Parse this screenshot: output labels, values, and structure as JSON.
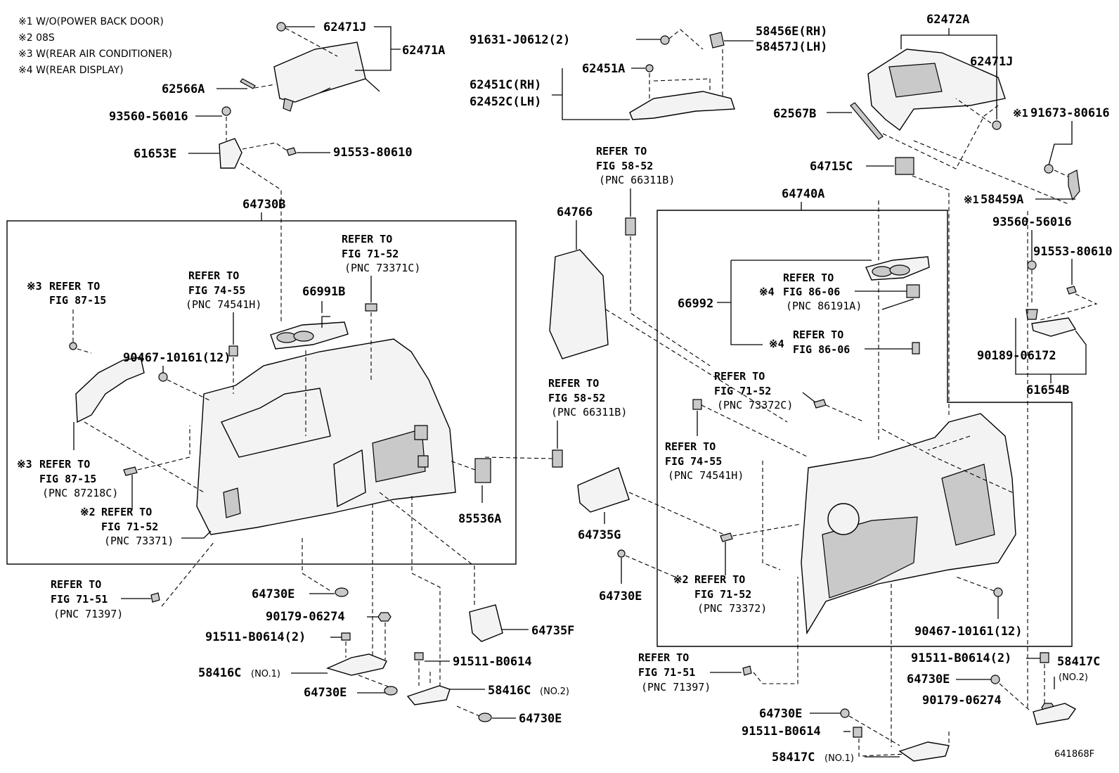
{
  "notes": [
    "※1 W/O(POWER BACK DOOR)",
    "※2 08S",
    "※3 W(REAR AIR CONDITIONER)",
    "※4 W(REAR DISPLAY)"
  ],
  "parts": {
    "p62471J_a": "62471J",
    "p62471A": "62471A",
    "p62566A": "62566A",
    "p93560_a": "93560-56016",
    "p61653E": "61653E",
    "p91553_a": "91553-80610",
    "p64730B": "64730B",
    "p66991B": "66991B",
    "p90467_a": "90467-10161(12)",
    "p85536A": "85536A",
    "p64730E_a": "64730E",
    "p90179_a": "90179-06274",
    "p91511_a": "91511-B0614(2)",
    "p58416C1": "58416C",
    "p58416C1_sub": "(NO.1)",
    "p64730E_b": "64730E",
    "p91511_b": "91511-B0614",
    "p58416C2": "58416C",
    "p58416C2_sub": "(NO.2)",
    "p64730E_c": "64730E",
    "p64735F": "64735F",
    "p91631": "91631-J0612(2)",
    "p58456E": "58456E(RH)",
    "p58457J": "58457J(LH)",
    "p62451A": "62451A",
    "p62451C": "62451C(RH)",
    "p62452C": "62452C(LH)",
    "p64766": "64766",
    "p64735G": "64735G",
    "p64730E_d": "64730E",
    "p62472A": "62472A",
    "p62471J_b": "62471J",
    "p62567B": "62567B",
    "p91673": "91673-80616",
    "p64715C": "64715C",
    "p64740A": "64740A",
    "p58459A": "58459A",
    "p93560_b": "93560-56016",
    "p91553_b": "91553-80610",
    "p66992": "66992",
    "p90189": "90189-06172",
    "p61654B": "61654B",
    "p90467_b": "90467-10161(12)",
    "p91511_c": "91511-B0614(2)",
    "p58417C2": "58417C",
    "p58417C2_sub": "(NO.2)",
    "p64730E_e": "64730E",
    "p90179_b": "90179-06274",
    "p64730E_f": "64730E",
    "p91511_d": "91511-B0614",
    "p58417C1": "58417C",
    "p58417C1_sub": "(NO.1)"
  },
  "marks": {
    "m1": "※1",
    "m1b": "※1",
    "m2": "※2",
    "m2b": "※2",
    "m3": "※3",
    "m3b": "※3",
    "m4": "※4",
    "m4b": "※4"
  },
  "refs": {
    "r1": {
      "a": "REFER TO",
      "b": "FIG 87-15",
      "c": ""
    },
    "r2": {
      "a": "REFER TO",
      "b": "FIG 74-55",
      "c": "(PNC 74541H)"
    },
    "r3": {
      "a": "REFER TO",
      "b": "FIG 71-52",
      "c": "(PNC 73371C)"
    },
    "r4": {
      "a": "REFER TO",
      "b": "FIG 87-15",
      "c": "(PNC 87218C)"
    },
    "r5": {
      "a": "REFER TO",
      "b": "FIG 71-52",
      "c": "(PNC 73371)"
    },
    "r6": {
      "a": "REFER TO",
      "b": "FIG 71-51",
      "c": "(PNC 71397)"
    },
    "r7": {
      "a": "REFER TO",
      "b": "FIG 58-52",
      "c": "(PNC 66311B)"
    },
    "r8": {
      "a": "REFER TO",
      "b": "FIG 58-52",
      "c": "(PNC 66311B)"
    },
    "r9": {
      "a": "REFER TO",
      "b": "FIG 86-06",
      "c": "(PNC 86191A)"
    },
    "r10": {
      "a": "REFER TO",
      "b": "FIG 86-06",
      "c": ""
    },
    "r11": {
      "a": "REFER TO",
      "b": "FIG 71-52",
      "c": "(PNC 73372C)"
    },
    "r12": {
      "a": "REFER TO",
      "b": "FIG 74-55",
      "c": "(PNC 74541H)"
    },
    "r13": {
      "a": "REFER TO",
      "b": "FIG 71-52",
      "c": "(PNC 73372)"
    },
    "r14": {
      "a": "REFER TO",
      "b": "FIG 71-51",
      "c": "(PNC 71397)"
    }
  },
  "figure_id": "641868F"
}
